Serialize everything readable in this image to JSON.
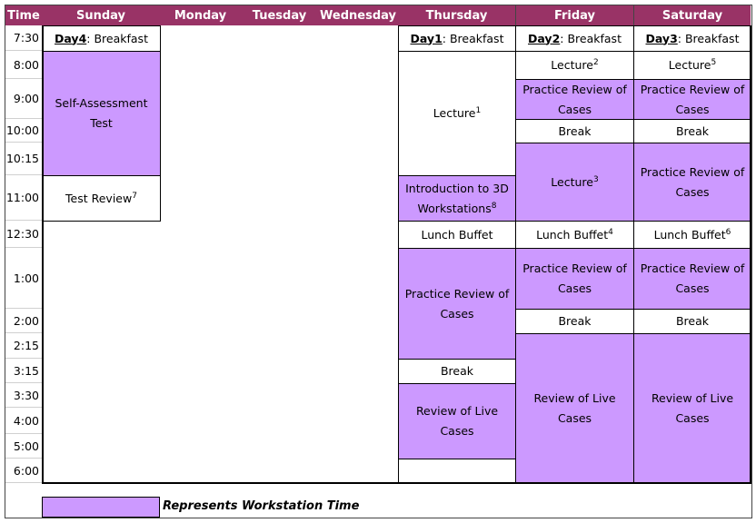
{
  "header": {
    "time": "Time",
    "days": [
      "Sunday",
      "Monday",
      "Tuesday",
      "Wednesday",
      "Thursday",
      "Friday",
      "Saturday"
    ]
  },
  "times": [
    "7:30",
    "8:00",
    "9:00",
    "10:00",
    "10:15",
    "11:00",
    "12:30",
    "1:00",
    "2:00",
    "2:15",
    "3:15",
    "3:30",
    "4:00",
    "5:00",
    "6:00"
  ],
  "colors": {
    "header": "#993366",
    "workstation": "#cc99ff"
  },
  "events": [
    {
      "day": "Sunday",
      "start": "7:30",
      "end": "8:00",
      "prefix": "Day4",
      "label": ": Breakfast",
      "ws": false
    },
    {
      "day": "Sunday",
      "start": "8:00",
      "end": "11:00",
      "label": "Self-Assessment Test",
      "ws": true
    },
    {
      "day": "Sunday",
      "start": "11:00",
      "end": "12:30",
      "label": "Test Review",
      "note": "7",
      "ws": false
    },
    {
      "day": "Thursday",
      "start": "7:30",
      "end": "8:00",
      "prefix": "Day1",
      "label": ": Breakfast",
      "ws": false
    },
    {
      "day": "Thursday",
      "start": "8:00",
      "end": "11:00",
      "label": "Lecture",
      "note": "1",
      "ws": false
    },
    {
      "day": "Thursday",
      "start": "11:00",
      "end": "12:30",
      "label": "Introduction to 3D Workstations",
      "note": "8",
      "ws": true
    },
    {
      "day": "Thursday",
      "start": "12:30",
      "end": "1:00",
      "label": "Lunch Buffet",
      "ws": false
    },
    {
      "day": "Thursday",
      "start": "1:00",
      "end": "3:15",
      "label": "Practice Review of Cases",
      "ws": true
    },
    {
      "day": "Thursday",
      "start": "3:15",
      "end": "3:30",
      "label": "Break",
      "ws": false
    },
    {
      "day": "Thursday",
      "start": "3:30",
      "end": "6:00",
      "label": "Review of Live Cases",
      "ws": true
    },
    {
      "day": "Thursday",
      "start": "6:00",
      "end": null,
      "label": "",
      "ws": false
    },
    {
      "day": "Friday",
      "start": "7:30",
      "end": "8:00",
      "prefix": "Day2",
      "label": ": Breakfast",
      "ws": false
    },
    {
      "day": "Friday",
      "start": "8:00",
      "end": "9:00",
      "label": "Lecture",
      "note": "2",
      "ws": false
    },
    {
      "day": "Friday",
      "start": "9:00",
      "end": "10:00",
      "label": "Practice Review of Cases",
      "ws": true
    },
    {
      "day": "Friday",
      "start": "10:00",
      "end": "10:15",
      "label": "Break",
      "ws": false
    },
    {
      "day": "Friday",
      "start": "10:15",
      "end": "12:30",
      "label": "Lecture",
      "note": "3",
      "ws": true
    },
    {
      "day": "Friday",
      "start": "12:30",
      "end": "1:00",
      "label": "Lunch Buffet",
      "note": "4",
      "ws": false
    },
    {
      "day": "Friday",
      "start": "1:00",
      "end": "2:00",
      "label": "Practice Review of Cases",
      "ws": true
    },
    {
      "day": "Friday",
      "start": "2:00",
      "end": "2:15",
      "label": "Break",
      "ws": false
    },
    {
      "day": "Friday",
      "start": "2:15",
      "end": null,
      "label": "Review of Live Cases",
      "ws": true
    },
    {
      "day": "Saturday",
      "start": "7:30",
      "end": "8:00",
      "prefix": "Day3",
      "label": ": Breakfast",
      "ws": false
    },
    {
      "day": "Saturday",
      "start": "8:00",
      "end": "9:00",
      "label": "Lecture",
      "note": "5",
      "ws": false
    },
    {
      "day": "Saturday",
      "start": "9:00",
      "end": "10:00",
      "label": "Practice Review of Cases",
      "ws": true
    },
    {
      "day": "Saturday",
      "start": "10:00",
      "end": "10:15",
      "label": "Break",
      "ws": false
    },
    {
      "day": "Saturday",
      "start": "10:15",
      "end": "12:30",
      "label": "Practice Review of Cases",
      "ws": true
    },
    {
      "day": "Saturday",
      "start": "12:30",
      "end": "1:00",
      "label": "Lunch Buffet",
      "note": "6",
      "ws": false
    },
    {
      "day": "Saturday",
      "start": "1:00",
      "end": "2:00",
      "label": "Practice Review of Cases",
      "ws": true
    },
    {
      "day": "Saturday",
      "start": "2:00",
      "end": "2:15",
      "label": "Break",
      "ws": false
    },
    {
      "day": "Saturday",
      "start": "2:15",
      "end": null,
      "label": "Review of Live Cases",
      "ws": true
    }
  ],
  "legend": {
    "label": "Represents Workstation Time"
  }
}
